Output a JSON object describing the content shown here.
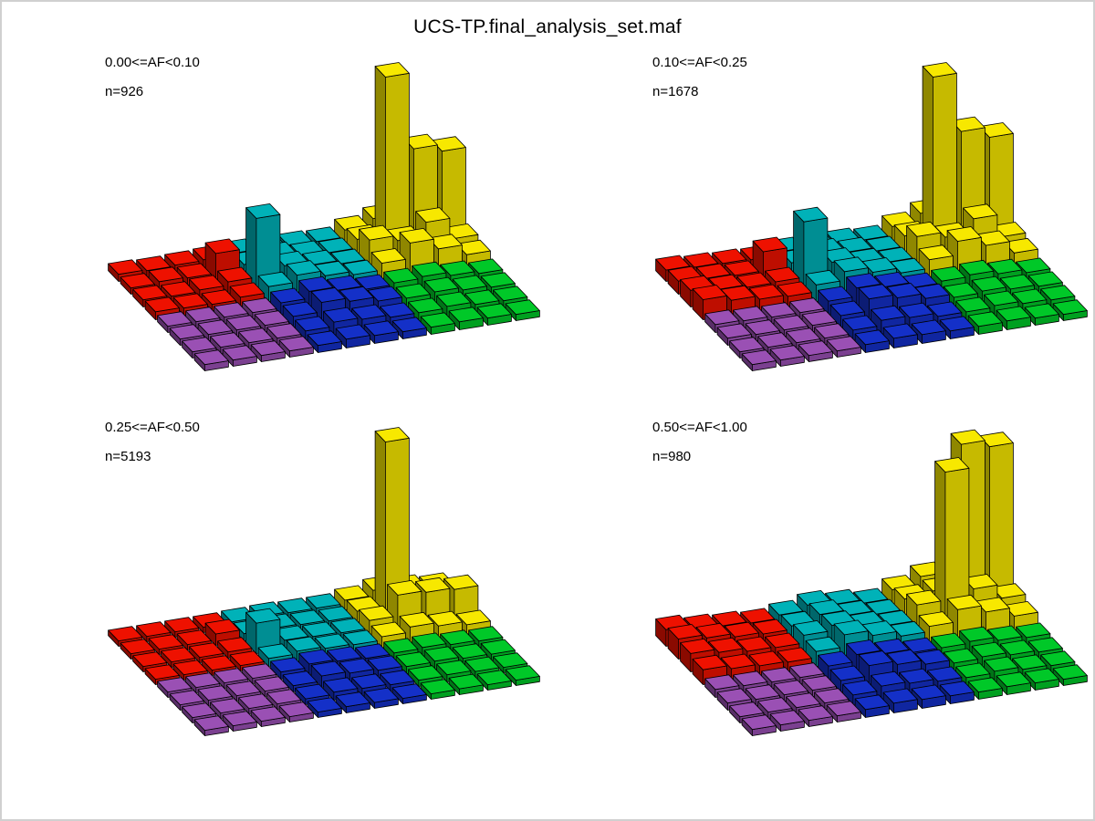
{
  "title": "UCS-TP.final_analysis_set.maf",
  "palette": {
    "red": "#ee1100",
    "cyan": "#00b2b8",
    "yellow": "#f7e800",
    "green": "#00c828",
    "blue": "#1430c8",
    "purple": "#9a50b4"
  },
  "lego_layout": {
    "grid_rows": 8,
    "grid_cols": 12,
    "back_block_colors": [
      "red",
      "cyan",
      "yellow"
    ],
    "front_block_colors": [
      "purple",
      "blue",
      "green"
    ],
    "block_size": "4x4"
  },
  "chart_data": [
    {
      "type": "bar",
      "projection": "3d-lego",
      "title": "0.00<=AF<0.10",
      "n_label": "n=926",
      "grid_rows": 8,
      "grid_cols": 12,
      "color_blocks": [
        {
          "color": "red",
          "rows": "0-3",
          "cols": "0-3"
        },
        {
          "color": "cyan",
          "rows": "0-3",
          "cols": "4-7"
        },
        {
          "color": "yellow",
          "rows": "0-3",
          "cols": "8-11"
        },
        {
          "color": "purple",
          "rows": "4-7",
          "cols": "0-3"
        },
        {
          "color": "blue",
          "rows": "4-7",
          "cols": "4-7"
        },
        {
          "color": "green",
          "rows": "4-7",
          "cols": "8-11"
        }
      ],
      "heights": [
        [
          0.25,
          0.2,
          0.25,
          0.3,
          0.4,
          0.5,
          0.35,
          0.3,
          0.7,
          1.1,
          0.7,
          0.5
        ],
        [
          0.2,
          0.3,
          0.25,
          1.4,
          0.5,
          0.7,
          0.5,
          0.4,
          0.9,
          10,
          5.6,
          5.2
        ],
        [
          0.25,
          0.2,
          0.3,
          0.5,
          3.9,
          0.9,
          0.7,
          0.5,
          1.6,
          1.3,
          2.1,
          0.9
        ],
        [
          0.3,
          0.25,
          0.2,
          0.35,
          0.7,
          1.1,
          0.8,
          0.6,
          1.0,
          1.9,
          1.3,
          0.7
        ],
        [
          0.2,
          0.2,
          0.2,
          0.2,
          0.5,
          0.9,
          0.7,
          0.5,
          0.6,
          0.7,
          0.5,
          0.35
        ],
        [
          0.2,
          0.2,
          0.2,
          0.2,
          0.45,
          1.0,
          0.8,
          0.55,
          0.45,
          0.55,
          0.4,
          0.3
        ],
        [
          0.2,
          0.2,
          0.2,
          0.2,
          0.35,
          0.6,
          0.5,
          0.35,
          0.35,
          0.45,
          0.3,
          0.25
        ],
        [
          0.2,
          0.2,
          0.2,
          0.2,
          0.25,
          0.35,
          0.3,
          0.25,
          0.25,
          0.3,
          0.25,
          0.2
        ]
      ]
    },
    {
      "type": "bar",
      "projection": "3d-lego",
      "title": "0.10<=AF<0.25",
      "n_label": "n=1678",
      "grid_rows": 8,
      "grid_cols": 12,
      "color_blocks": [
        {
          "color": "red",
          "rows": "0-3",
          "cols": "0-3"
        },
        {
          "color": "cyan",
          "rows": "0-3",
          "cols": "4-7"
        },
        {
          "color": "yellow",
          "rows": "0-3",
          "cols": "8-11"
        },
        {
          "color": "purple",
          "rows": "4-7",
          "cols": "0-3"
        },
        {
          "color": "blue",
          "rows": "4-7",
          "cols": "4-7"
        },
        {
          "color": "green",
          "rows": "4-7",
          "cols": "8-11"
        }
      ],
      "heights": [
        [
          0.5,
          0.4,
          0.35,
          0.3,
          0.5,
          0.7,
          0.5,
          0.4,
          0.9,
          1.4,
          1.0,
          0.7
        ],
        [
          0.6,
          0.5,
          0.4,
          1.5,
          0.6,
          0.9,
          0.7,
          0.5,
          1.1,
          10,
          6.6,
          6.0
        ],
        [
          0.8,
          0.6,
          0.45,
          0.5,
          3.7,
          1.1,
          0.8,
          0.6,
          1.8,
          1.5,
          2.3,
          1.0
        ],
        [
          1.0,
          0.7,
          0.5,
          0.4,
          0.8,
          1.3,
          1.0,
          0.7,
          1.2,
          2.0,
          1.5,
          0.8
        ],
        [
          0.3,
          0.25,
          0.2,
          0.2,
          0.6,
          1.1,
          0.9,
          0.6,
          0.7,
          0.8,
          0.6,
          0.4
        ],
        [
          0.25,
          0.2,
          0.2,
          0.2,
          0.5,
          1.2,
          1.0,
          0.7,
          0.5,
          0.6,
          0.45,
          0.35
        ],
        [
          0.2,
          0.2,
          0.2,
          0.2,
          0.4,
          0.7,
          0.6,
          0.4,
          0.4,
          0.5,
          0.35,
          0.3
        ],
        [
          0.2,
          0.2,
          0.2,
          0.2,
          0.3,
          0.4,
          0.35,
          0.3,
          0.3,
          0.35,
          0.25,
          0.2
        ]
      ]
    },
    {
      "type": "bar",
      "projection": "3d-lego",
      "title": "0.25<=AF<0.50",
      "n_label": "n=5193",
      "grid_rows": 8,
      "grid_cols": 12,
      "color_blocks": [
        {
          "color": "red",
          "rows": "0-3",
          "cols": "0-3"
        },
        {
          "color": "cyan",
          "rows": "0-3",
          "cols": "4-7"
        },
        {
          "color": "yellow",
          "rows": "0-3",
          "cols": "8-11"
        },
        {
          "color": "purple",
          "rows": "4-7",
          "cols": "0-3"
        },
        {
          "color": "blue",
          "rows": "4-7",
          "cols": "4-7"
        },
        {
          "color": "green",
          "rows": "4-7",
          "cols": "8-11"
        }
      ],
      "heights": [
        [
          0.15,
          0.15,
          0.15,
          0.15,
          0.2,
          0.25,
          0.2,
          0.2,
          0.4,
          0.7,
          0.5,
          0.35
        ],
        [
          0.15,
          0.15,
          0.15,
          0.5,
          0.25,
          0.3,
          0.25,
          0.2,
          0.5,
          10,
          0.6,
          0.45
        ],
        [
          0.15,
          0.15,
          0.15,
          0.2,
          1.6,
          0.35,
          0.3,
          0.25,
          0.7,
          1.9,
          1.8,
          1.7
        ],
        [
          0.15,
          0.15,
          0.15,
          0.15,
          0.3,
          0.45,
          0.35,
          0.3,
          0.5,
          0.8,
          0.6,
          0.4
        ],
        [
          0.15,
          0.15,
          0.15,
          0.15,
          0.25,
          0.45,
          0.35,
          0.25,
          0.3,
          0.35,
          0.25,
          0.2
        ],
        [
          0.15,
          0.15,
          0.15,
          0.15,
          0.2,
          0.5,
          0.4,
          0.3,
          0.25,
          0.3,
          0.2,
          0.18
        ],
        [
          0.15,
          0.15,
          0.15,
          0.15,
          0.18,
          0.3,
          0.25,
          0.2,
          0.2,
          0.25,
          0.18,
          0.15
        ],
        [
          0.15,
          0.15,
          0.15,
          0.15,
          0.15,
          0.2,
          0.18,
          0.15,
          0.15,
          0.18,
          0.15,
          0.15
        ]
      ]
    },
    {
      "type": "bar",
      "projection": "3d-lego",
      "title": "0.50<=AF<1.00",
      "n_label": "n=980",
      "grid_rows": 8,
      "grid_cols": 12,
      "color_blocks": [
        {
          "color": "red",
          "rows": "0-3",
          "cols": "0-3"
        },
        {
          "color": "cyan",
          "rows": "0-3",
          "cols": "4-7"
        },
        {
          "color": "yellow",
          "rows": "0-3",
          "cols": "8-11"
        },
        {
          "color": "purple",
          "rows": "4-7",
          "cols": "0-3"
        },
        {
          "color": "blue",
          "rows": "4-7",
          "cols": "4-7"
        },
        {
          "color": "green",
          "rows": "4-7",
          "cols": "8-11"
        }
      ],
      "heights": [
        [
          0.8,
          0.6,
          0.5,
          0.4,
          0.6,
          0.9,
          0.7,
          0.5,
          1.0,
          1.5,
          1.3,
          0.9
        ],
        [
          1.0,
          0.8,
          0.6,
          0.5,
          0.7,
          1.1,
          0.8,
          0.6,
          1.2,
          1.4,
          9.6,
          9.2
        ],
        [
          0.9,
          0.7,
          0.5,
          0.45,
          0.9,
          1.2,
          0.9,
          0.7,
          1.6,
          9.0,
          2.0,
          1.2
        ],
        [
          0.7,
          0.5,
          0.4,
          0.35,
          0.7,
          1.4,
          1.1,
          0.8,
          1.1,
          1.8,
          1.4,
          0.9
        ],
        [
          0.3,
          0.25,
          0.2,
          0.2,
          0.6,
          1.0,
          0.8,
          0.6,
          0.6,
          0.7,
          0.5,
          0.4
        ],
        [
          0.25,
          0.2,
          0.2,
          0.2,
          0.5,
          1.1,
          0.9,
          0.65,
          0.45,
          0.55,
          0.4,
          0.3
        ],
        [
          0.2,
          0.2,
          0.2,
          0.2,
          0.4,
          0.65,
          0.55,
          0.4,
          0.35,
          0.45,
          0.3,
          0.25
        ],
        [
          0.2,
          0.2,
          0.2,
          0.2,
          0.3,
          0.4,
          0.35,
          0.3,
          0.25,
          0.3,
          0.25,
          0.2
        ]
      ]
    }
  ]
}
